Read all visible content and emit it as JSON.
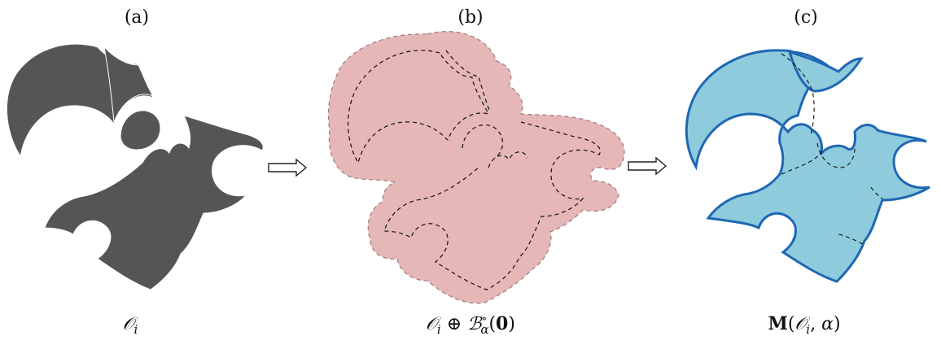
{
  "panels": [
    {
      "id": "a",
      "label": "(a)",
      "caption_parts": [
        "𝒪",
        "i"
      ]
    },
    {
      "id": "b",
      "label": "(b)",
      "caption_parts": [
        "𝒪",
        "i",
        " ⊕ ",
        "ℬ",
        "∘",
        "α",
        "(",
        "0",
        ")"
      ]
    },
    {
      "id": "c",
      "label": "(c)",
      "caption_parts": [
        "M",
        "(",
        "𝒪",
        "i",
        ", ",
        "α",
        ")"
      ]
    }
  ],
  "colors": {
    "shape_a_fill": "#555555",
    "shape_a_stroke": "#ffffff",
    "dilation_fill": "#e5b7b7",
    "dilation_stroke": "#b08080",
    "result_fill": "#8ecbdc",
    "result_stroke": "#1f67b4",
    "dashed_outline": "#111111",
    "arrow": "#222222"
  },
  "arrows": [
    {
      "from": "a",
      "to": "b"
    },
    {
      "from": "b",
      "to": "c"
    }
  ]
}
